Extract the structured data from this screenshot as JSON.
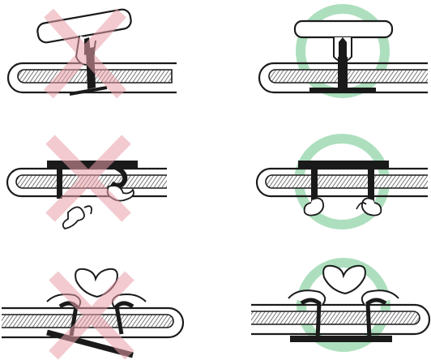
{
  "diagram": {
    "description": "",
    "rows": [
      {
        "row": "button-insertion",
        "incorrect_marker": "cross",
        "correct_marker": "circle"
      },
      {
        "row": "prong-insertion",
        "incorrect_marker": "cross",
        "correct_marker": "circle"
      },
      {
        "row": "prong-crimp",
        "incorrect_marker": "cross",
        "correct_marker": "circle"
      }
    ],
    "colors": {
      "incorrect": "#e8a0a8",
      "correct": "#9fd9b3",
      "line": "#1a1a1a",
      "fabric_fill": "#bdbdbd",
      "background": "#ffffff"
    }
  }
}
